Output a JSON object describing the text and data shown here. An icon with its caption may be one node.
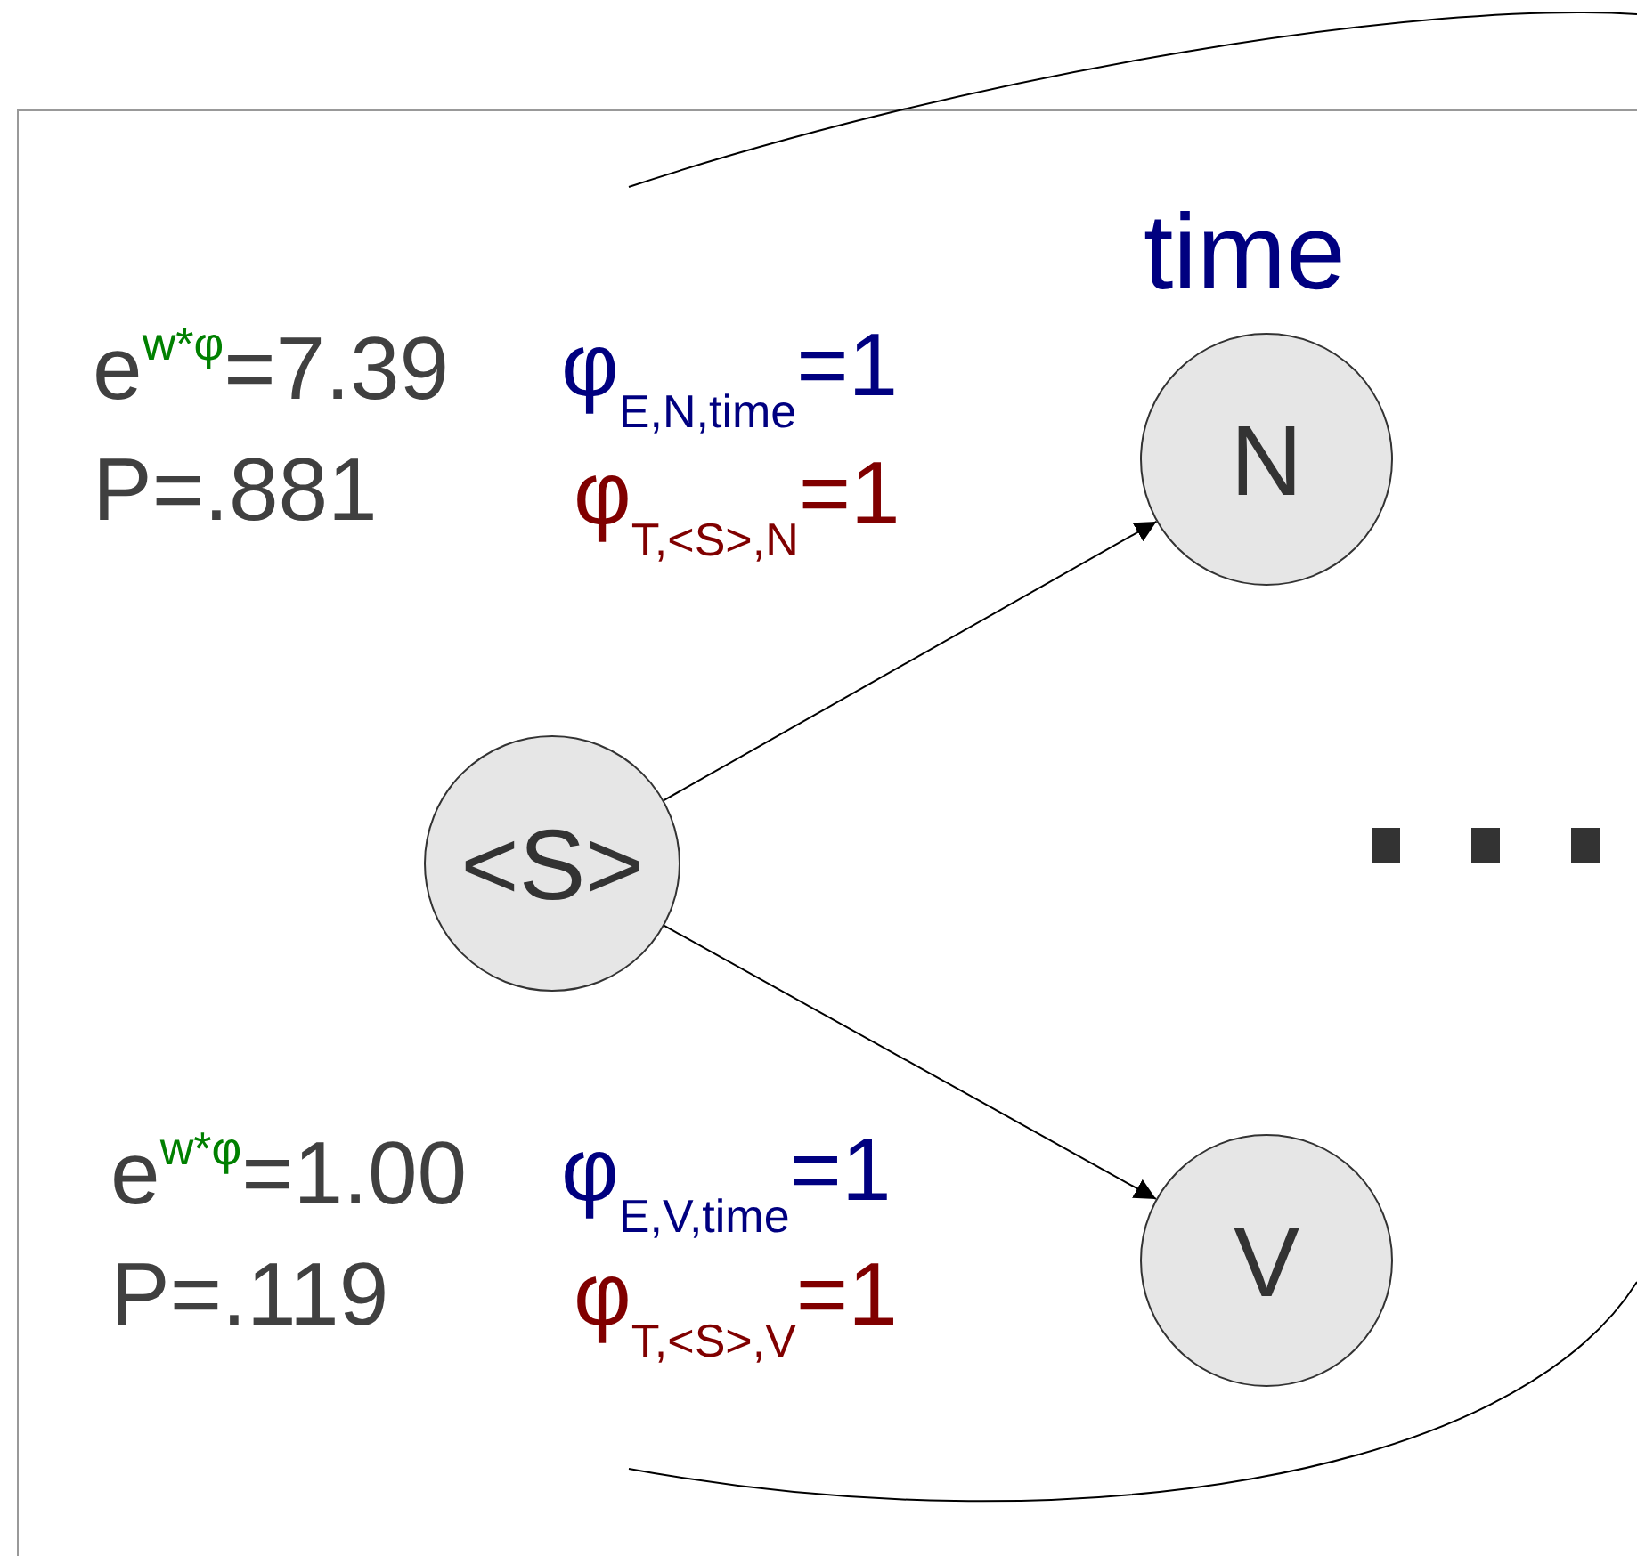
{
  "diagram": {
    "nodes": [
      {
        "text": [
          "<S>"
        ]
      },
      {
        "text": [
          "N"
        ]
      },
      {
        "text": [
          "V"
        ]
      }
    ],
    "edges": [
      {
        "from": 0,
        "to": 1,
        "arrow": "to"
      },
      {
        "from": 0,
        "to": 2,
        "arrow": "to"
      }
    ],
    "labels": [
      "time",
      "e$^{w*φ}$=7.39",
      "φ$_{E,N,time}$=1",
      "P=.881",
      "φ$_{T,<S>,N}$=1",
      "e$^{w*φ}$=1.00",
      "φ$_{E,V,time}$=1",
      "P=.119",
      "φ$_{T,<S>,V}$=1"
    ]
  }
}
